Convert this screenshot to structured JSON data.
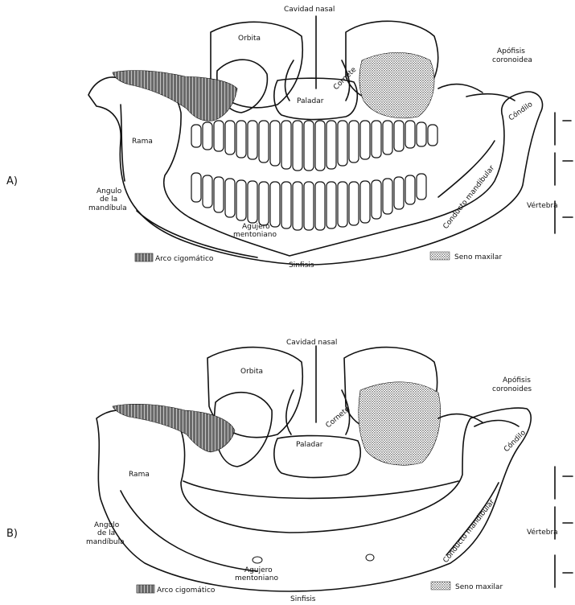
{
  "panels": [
    {
      "id": "A",
      "section_label": "A)",
      "labels": {
        "nasal_cavity": "Cavidad nasal",
        "orbit": "Orbita",
        "coronoid": [
          "Apófisis",
          "coronoidea"
        ],
        "concha": "Cornete",
        "palate": "Paladar",
        "condyle": "Cóndilo",
        "ramus": "Rama",
        "mandibular_canal": "Conducto mandibular",
        "vertebra": "Vértebra",
        "angle": [
          "Angulo",
          "de la",
          "mandíbula"
        ],
        "mental_foramen": [
          "Agujero",
          "mentoniano"
        ],
        "symphysis": "Sinfisis"
      },
      "legend": {
        "zygomatic_arch": "Arco cigomático",
        "maxillary_sinus": "Seno maxilar"
      }
    },
    {
      "id": "B",
      "section_label": "B)",
      "labels": {
        "nasal_cavity": "Cavidad nasal",
        "orbit": "Orbita",
        "coronoid": [
          "Apófisis",
          "coronoides"
        ],
        "concha": "Cornete",
        "palate": "Paladar",
        "condyle": "Cóndilo",
        "ramus": "Rama",
        "mandibular_canal": "Conducto mandibular",
        "vertebra": "Vértebra",
        "angle": [
          "Angulo",
          "de la",
          "mandíbula"
        ],
        "mental_foramen": [
          "Agujero",
          "mentoniano"
        ],
        "symphysis": "Sinfisis"
      },
      "legend": {
        "zygomatic_arch": "Arco cigomático",
        "maxillary_sinus": "Seno maxilar"
      }
    }
  ]
}
